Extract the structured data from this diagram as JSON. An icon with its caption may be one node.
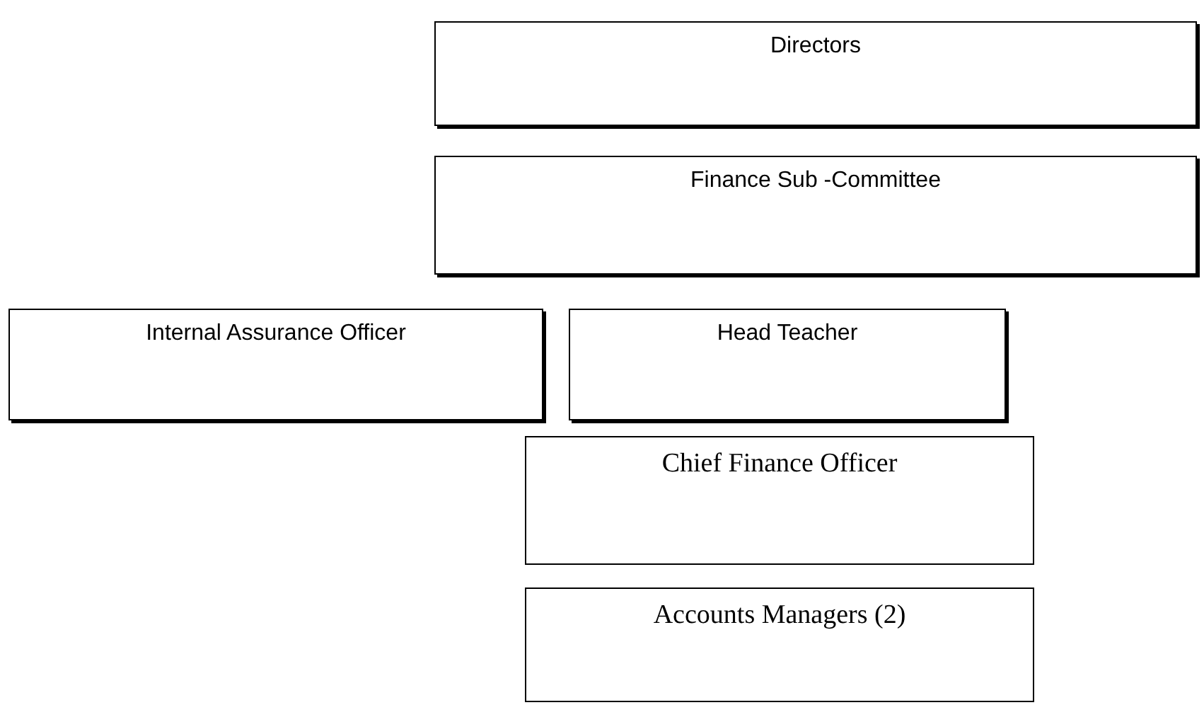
{
  "diagram": {
    "nodes": [
      {
        "text": [
          "Directors"
        ]
      },
      {
        "text": [
          "Finance Sub -Committee"
        ]
      },
      {
        "text": [
          "Internal Assurance Officer"
        ]
      },
      {
        "text": [
          "Head Teacher"
        ]
      },
      {
        "text": [
          "Chief Finance Officer"
        ]
      },
      {
        "text": [
          "Accounts Managers (2)"
        ]
      }
    ]
  }
}
